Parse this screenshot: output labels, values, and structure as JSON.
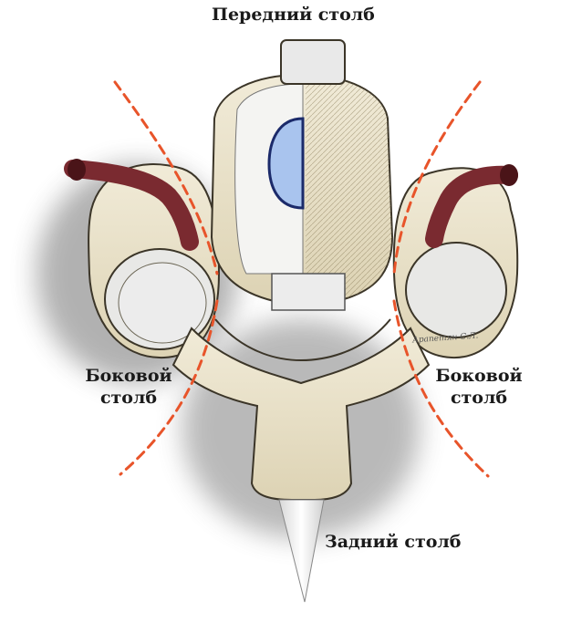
{
  "labels": {
    "anterior_column": "Передний столб",
    "lateral_column_left": "Боковой\nстолб",
    "lateral_column_right": "Боковой\nстолб",
    "posterior_column": "Задний столб"
  },
  "signature": "Арапетян С.Л.",
  "colors": {
    "bone": "#ebe4cf",
    "bone_shadow": "#c9bf9f",
    "canal_blue": "#a9c4ee",
    "vessel": "#7a2a30",
    "dashed_line": "#e8542a",
    "facet": "#e6e6e6"
  }
}
